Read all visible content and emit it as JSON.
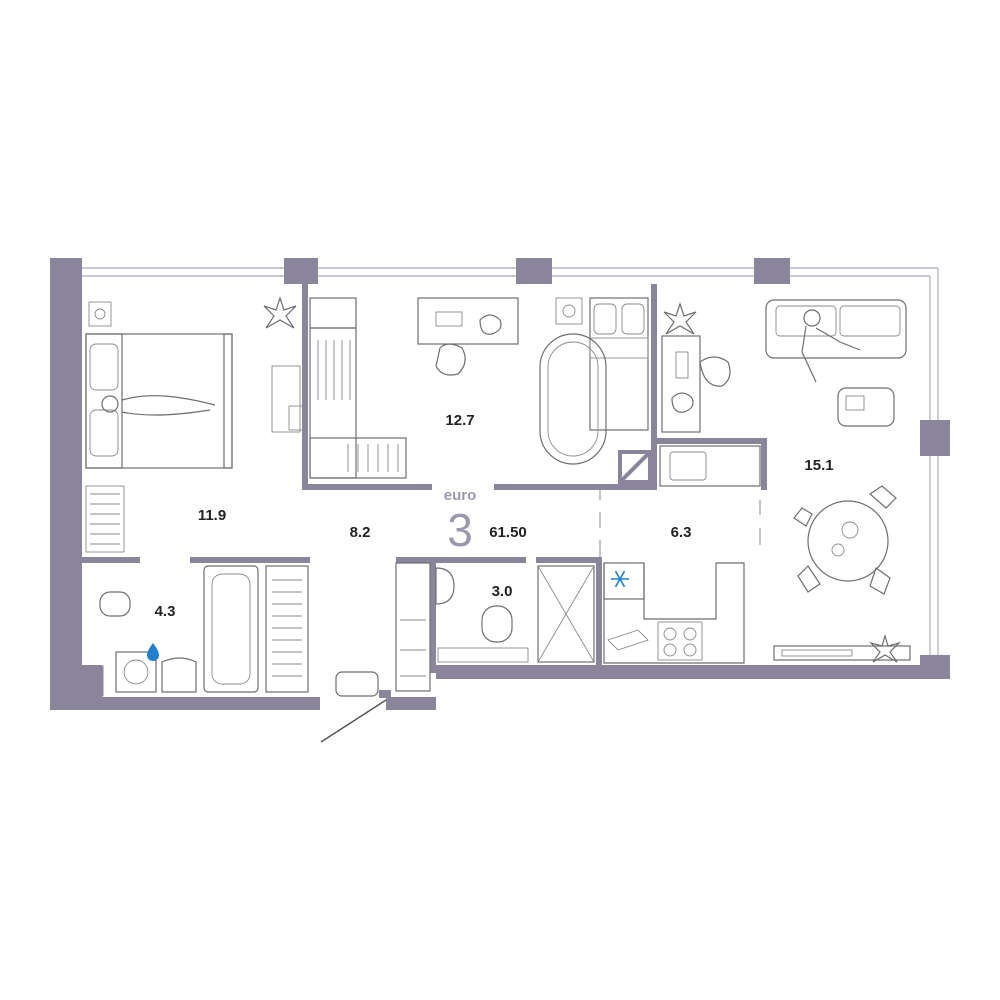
{
  "colors": {
    "wall": "#8b859c",
    "accent": "#9c97ad",
    "text": "#222222",
    "furniture_line": "#6e6e6e",
    "water_drop": "#1f7fd0",
    "snowflake": "#1f7fd0"
  },
  "apartment": {
    "type_label": "euro",
    "rooms": "3",
    "total_area": "61.50"
  },
  "rooms": [
    {
      "id": "bedroom-left",
      "area": "11.9"
    },
    {
      "id": "bedroom-middle",
      "area": "12.7"
    },
    {
      "id": "living-room",
      "area": "15.1"
    },
    {
      "id": "hallway",
      "area": "8.2"
    },
    {
      "id": "kitchen",
      "area": "6.3"
    },
    {
      "id": "bathroom",
      "area": "4.3"
    },
    {
      "id": "shower-room",
      "area": "3.0"
    }
  ],
  "icons": [
    "plant-icon",
    "water-drop-icon",
    "snowflake-icon",
    "person-icon",
    "door-swing-icon"
  ]
}
